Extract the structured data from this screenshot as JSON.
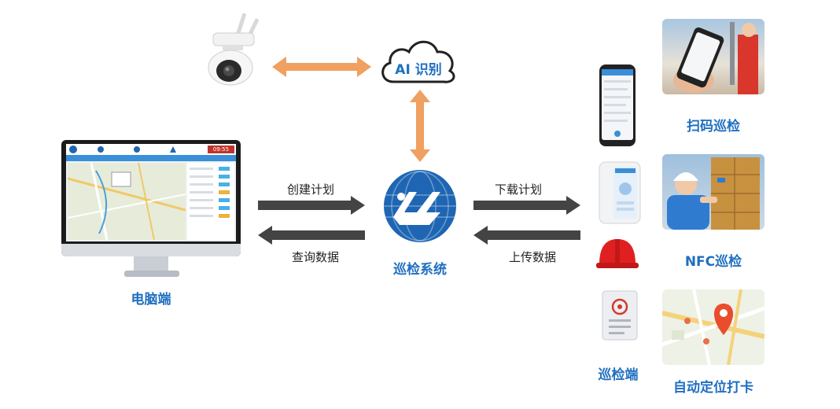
{
  "labels": {
    "ai": "AI 识别",
    "system": "巡检系统",
    "pc": "电脑端",
    "create_plan": "创建计划",
    "query_data": "查询数据",
    "download_plan": "下载计划",
    "upload_data": "上传数据",
    "terminal": "巡检端",
    "scan": "扫码巡检",
    "nfc": "NFC巡检",
    "auto": "自动定位打卡"
  },
  "screen": {
    "clock": "09:55"
  },
  "colors": {
    "accent_blue": "#1f6fc0",
    "orange_arrow": "#f0a060",
    "dark_arrow": "#444444",
    "logo_blue": "#1e66b3"
  }
}
